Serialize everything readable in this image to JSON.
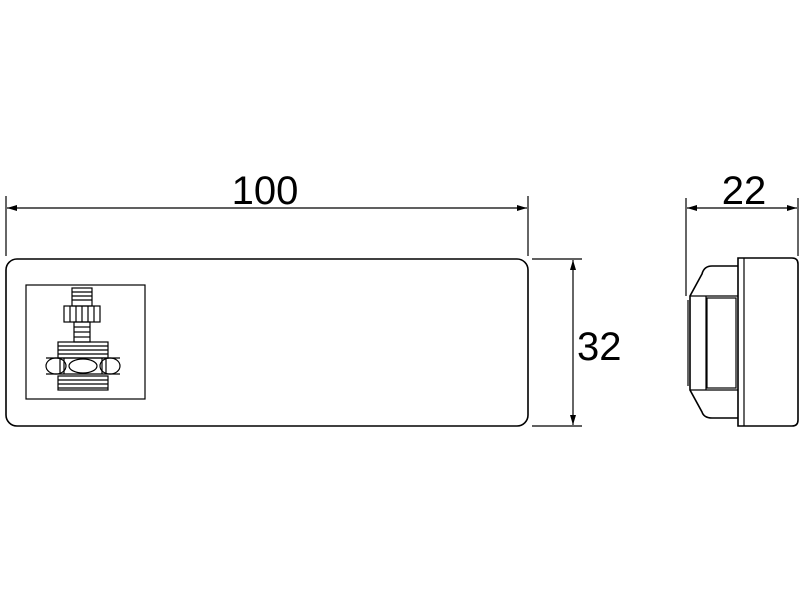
{
  "dimensions": {
    "length": "100",
    "height": "32",
    "depth": "22"
  }
}
